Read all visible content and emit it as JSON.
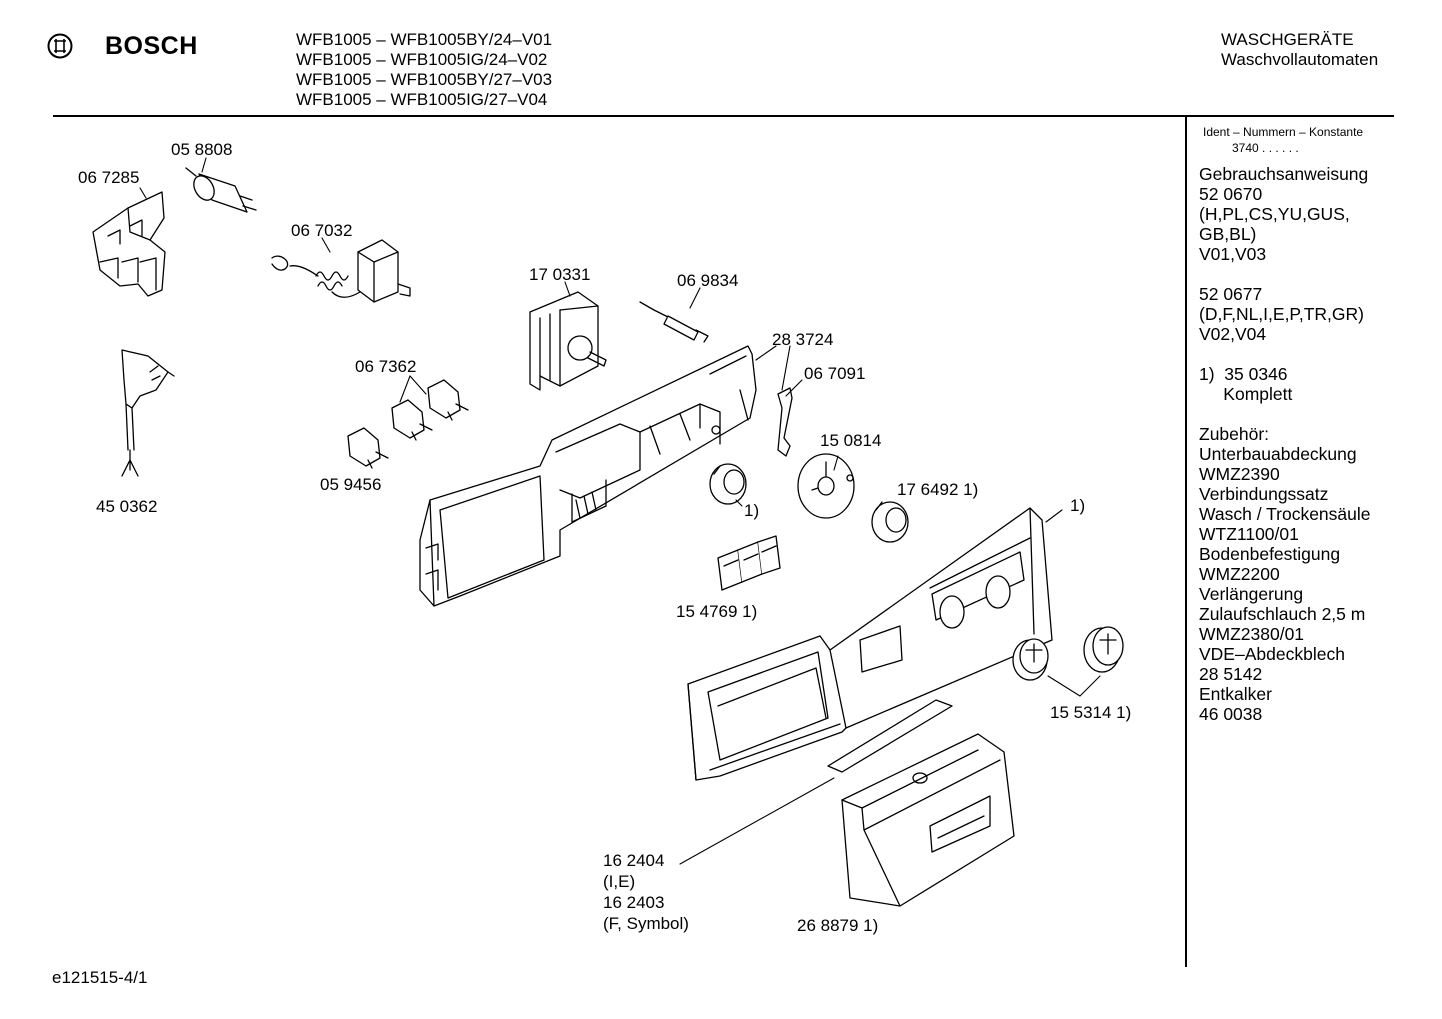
{
  "header": {
    "brand": "BOSCH",
    "models": [
      "WFB1005 – WFB1005BY/24–V01",
      "WFB1005 – WFB1005IG/24–V02",
      "WFB1005 – WFB1005BY/27–V03",
      "WFB1005 – WFB1005IG/27–V04"
    ],
    "category": "WASCHGERÄTE",
    "subcategory": "Waschvollautomaten"
  },
  "sidebar": {
    "ident_label": "Ident – Nummern – Konstante",
    "ident_value": "3740  .  .    .  .  .  .",
    "lines": [
      "Gebrauchsanweisung",
      "52 0670",
      "(H,PL,CS,YU,GUS,",
      "GB,BL)",
      "V01,V03",
      "",
      "52 0677",
      "(D,F,NL,I,E,P,TR,GR)",
      "V02,V04",
      "",
      "1)  35 0346",
      "     Komplett",
      "",
      "Zubehör:",
      "Unterbauabdeckung",
      "WMZ2390",
      "Verbindungssatz",
      "Wasch / Trockensäule",
      "WTZ1100/01",
      "Bodenbefestigung",
      "WMZ2200",
      "Verlängerung",
      "Zulaufschlauch 2,5 m",
      "WMZ2380/01",
      "VDE–Abdeckblech",
      "28 5142",
      "Entkalker",
      "46 0038"
    ]
  },
  "callouts": {
    "c058808": "05 8808",
    "c067285": "06 7285",
    "c067032": "06 7032",
    "c170331": "17 0331",
    "c069834": "06 9834",
    "c283724": "28 3724",
    "c067091": "06 7091",
    "c067362": "06 7362",
    "c059456": "05 9456",
    "c450362": "45 0362",
    "c150814": "15 0814",
    "c176492": "17 6492 1)",
    "c1a": "1)",
    "c1b": "1)",
    "c154769": "15 4769 1)",
    "c155314": "15 5314 1)",
    "c162404": "16 2404",
    "cIE": "(I,E)",
    "c162403": "16 2403",
    "cFsym": "(F, Symbol)",
    "c268879": "26 8879 1)"
  },
  "footer": {
    "doc_id": "e121515-4/1"
  }
}
